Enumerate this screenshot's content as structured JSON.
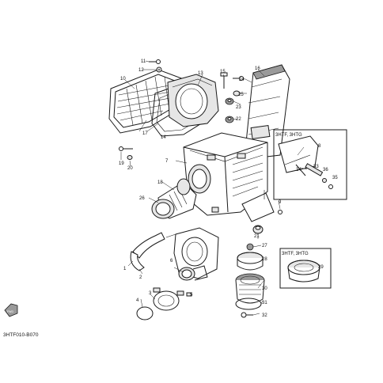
{
  "diagram": {
    "callouts": [
      "1",
      "2",
      "3",
      "4",
      "5",
      "6",
      "7",
      "8",
      "9",
      "10",
      "11",
      "12",
      "13",
      "14",
      "15",
      "16",
      "17",
      "18",
      "19",
      "20",
      "21",
      "22",
      "23",
      "24",
      "25",
      "26",
      "27",
      "28",
      "29",
      "30",
      "31",
      "32",
      "33",
      "34",
      "35",
      "36"
    ],
    "inset_labels": {
      "top": "3HTF, 3HTG",
      "bottom": "3HTF, 3HTG"
    },
    "drawing_code": "3HTF010-B070",
    "front_arrow": "FWD"
  }
}
